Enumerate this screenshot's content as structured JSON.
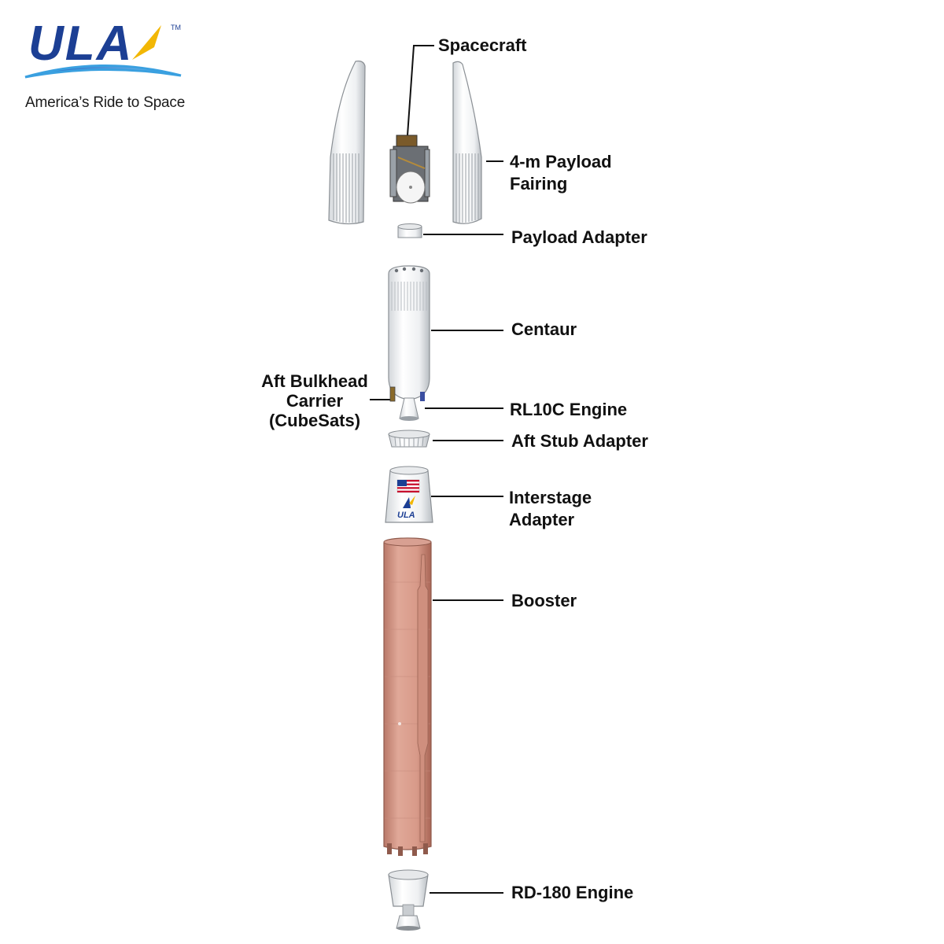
{
  "brand": {
    "logo_text": "ULA",
    "trademark": "TM",
    "tagline": "America’s Ride to Space",
    "colors": {
      "blue": "#1c3f94",
      "gold": "#f2b705",
      "sky": "#3aa0e0"
    }
  },
  "components": [
    {
      "id": "spacecraft",
      "label": "Spacecraft"
    },
    {
      "id": "fairing",
      "label_lines": [
        "4-m Payload",
        "Fairing"
      ]
    },
    {
      "id": "payload_adapter",
      "label": "Payload Adapter"
    },
    {
      "id": "centaur",
      "label": "Centaur"
    },
    {
      "id": "aft_bulkhead",
      "label_lines": [
        "Aft Bulkhead",
        "Carrier",
        "(CubeSats)"
      ]
    },
    {
      "id": "rl10c",
      "label": "RL10C Engine"
    },
    {
      "id": "aft_stub",
      "label": "Aft Stub Adapter"
    },
    {
      "id": "interstage",
      "label_lines": [
        "Interstage",
        "Adapter"
      ]
    },
    {
      "id": "booster",
      "label": "Booster"
    },
    {
      "id": "rd180",
      "label": "RD-180 Engine"
    }
  ],
  "part_colors": {
    "white_structure": "#f2f3f4",
    "shading": "#c9cdd1",
    "booster_orange": "#d99a88",
    "booster_shadow": "#b9786a",
    "outline": "#8a8f94"
  }
}
